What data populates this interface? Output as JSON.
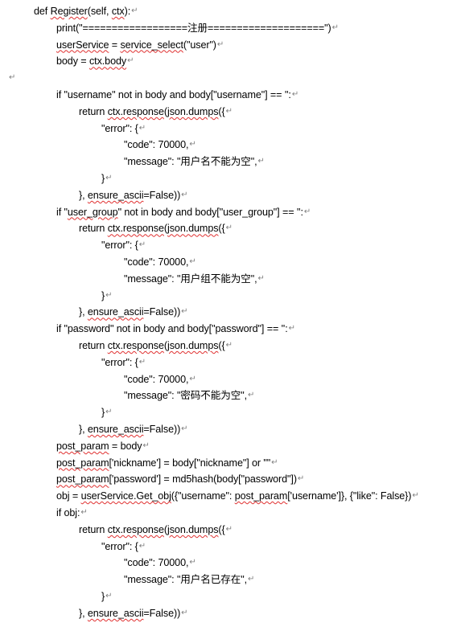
{
  "document": {
    "paragraph_mark": "↵",
    "lines": [
      {
        "indent": 0,
        "text": "def Register(self, ctx):",
        "squiggle": [
          "Register",
          "ctx"
        ]
      },
      {
        "indent": 1,
        "text": "print(\"==================注册====================\")",
        "squiggle": []
      },
      {
        "indent": 1,
        "text": "userService = service_select(\"user\")",
        "squiggle": [
          "userService",
          "service_select"
        ]
      },
      {
        "indent": 1,
        "text": "body = ctx.body",
        "squiggle": [
          "ctx.body"
        ]
      },
      {
        "indent": -1,
        "text": "",
        "squiggle": []
      },
      {
        "indent": 1,
        "text": "if \"username\" not in body and body[\"username\"] == '':",
        "squiggle": []
      },
      {
        "indent": 2,
        "text": "return ctx.response(json.dumps({",
        "squiggle": [
          "ctx.response",
          "json.dumps"
        ]
      },
      {
        "indent": 3,
        "text": "\"error\": {",
        "squiggle": []
      },
      {
        "indent": 4,
        "text": "\"code\": 70000,",
        "squiggle": []
      },
      {
        "indent": 4,
        "text": "\"message\": \"用户名不能为空\",",
        "squiggle": []
      },
      {
        "indent": 3,
        "text": "}",
        "squiggle": []
      },
      {
        "indent": 2,
        "text": "}, ensure_ascii=False))",
        "squiggle": [
          "ensure_ascii"
        ]
      },
      {
        "indent": 1,
        "text": "if \"user_group\" not in body and body[\"user_group\"] == '':",
        "squiggle": [
          "user_group"
        ]
      },
      {
        "indent": 2,
        "text": "return ctx.response(json.dumps({",
        "squiggle": [
          "ctx.response",
          "json.dumps"
        ]
      },
      {
        "indent": 3,
        "text": "\"error\": {",
        "squiggle": []
      },
      {
        "indent": 4,
        "text": "\"code\": 70000,",
        "squiggle": []
      },
      {
        "indent": 4,
        "text": "\"message\": \"用户组不能为空\",",
        "squiggle": []
      },
      {
        "indent": 3,
        "text": "}",
        "squiggle": []
      },
      {
        "indent": 2,
        "text": "}, ensure_ascii=False))",
        "squiggle": [
          "ensure_ascii"
        ]
      },
      {
        "indent": 1,
        "text": "if \"password\" not in body and body[\"password\"] == '':",
        "squiggle": []
      },
      {
        "indent": 2,
        "text": "return ctx.response(json.dumps({",
        "squiggle": [
          "ctx.response",
          "json.dumps"
        ]
      },
      {
        "indent": 3,
        "text": "\"error\": {",
        "squiggle": []
      },
      {
        "indent": 4,
        "text": "\"code\": 70000,",
        "squiggle": []
      },
      {
        "indent": 4,
        "text": "\"message\": \"密码不能为空\",",
        "squiggle": []
      },
      {
        "indent": 3,
        "text": "}",
        "squiggle": []
      },
      {
        "indent": 2,
        "text": "}, ensure_ascii=False))",
        "squiggle": [
          "ensure_ascii"
        ]
      },
      {
        "indent": 1,
        "text": "post_param = body",
        "squiggle": [
          "post_param"
        ]
      },
      {
        "indent": 1,
        "text": "post_param['nickname'] = body[\"nickname\"] or \"\"",
        "squiggle": [
          "post_param"
        ]
      },
      {
        "indent": 1,
        "text": "post_param['password'] = md5hash(body[\"password\"])",
        "squiggle": [
          "post_param"
        ]
      },
      {
        "indent": 1,
        "text": "obj = userService.Get_obj({\"username\": post_param['username']}, {\"like\": False})",
        "squiggle": [
          "userService.Get_obj",
          "post_param"
        ]
      },
      {
        "indent": 1,
        "text": "if obj:",
        "squiggle": []
      },
      {
        "indent": 2,
        "text": "return ctx.response(json.dumps({",
        "squiggle": [
          "ctx.response",
          "json.dumps"
        ]
      },
      {
        "indent": 3,
        "text": "\"error\": {",
        "squiggle": []
      },
      {
        "indent": 4,
        "text": "\"code\": 70000,",
        "squiggle": []
      },
      {
        "indent": 4,
        "text": "\"message\": \"用户名已存在\",",
        "squiggle": []
      },
      {
        "indent": 3,
        "text": "}",
        "squiggle": []
      },
      {
        "indent": 2,
        "text": "}, ensure_ascii=False))",
        "squiggle": [
          "ensure_ascii"
        ]
      }
    ]
  }
}
